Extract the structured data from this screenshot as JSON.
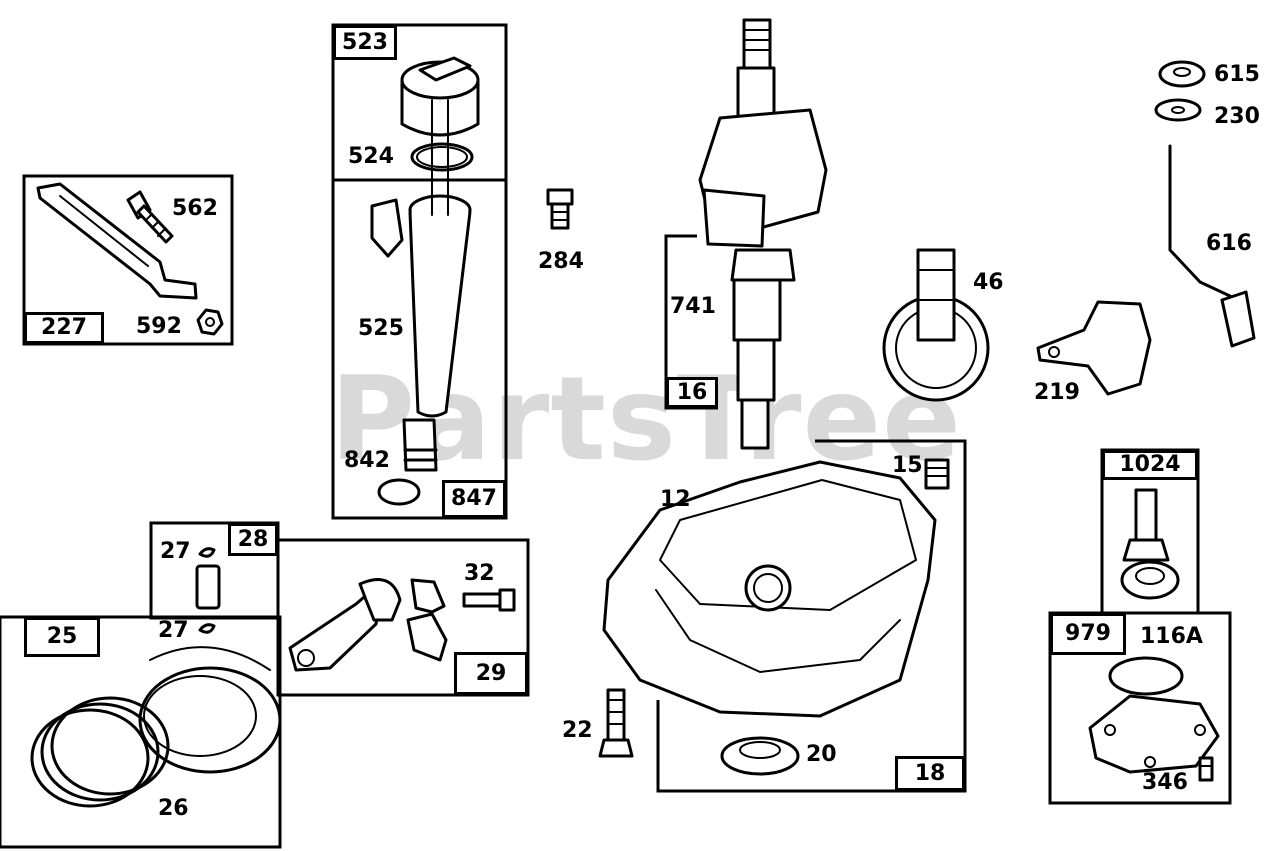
{
  "watermark": "PartsTree",
  "labels": {
    "l227": "227",
    "l562": "562",
    "l592": "592",
    "l523": "523",
    "l524": "524",
    "l525": "525",
    "l842": "842",
    "l847": "847",
    "l284": "284",
    "l741": "741",
    "l16": "16",
    "l46": "46",
    "l219": "219",
    "l615": "615",
    "l230": "230",
    "l616": "616",
    "l15": "15",
    "l12": "12",
    "l22": "22",
    "l20": "20",
    "l18": "18",
    "l27a": "27",
    "l27b": "27",
    "l28": "28",
    "l32": "32",
    "l29": "29",
    "l25": "25",
    "l26": "26",
    "l1024": "1024",
    "l979": "979",
    "l116a": "116A",
    "l346": "346"
  }
}
